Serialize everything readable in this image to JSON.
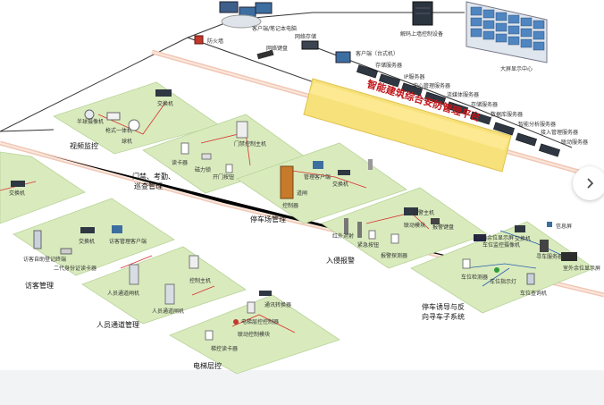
{
  "banner": {
    "title": "智能建筑综合安防管理平台"
  },
  "zones": {
    "video": "视频监控",
    "access": [
      "门禁、考勤、",
      "巡查管理"
    ],
    "parking": "停车场管理",
    "visitor": "访客管理",
    "intrusion": "入侵报警",
    "channel": "人员通道管理",
    "elevator": "电梯层控",
    "guidance": [
      "停车诱导与反",
      "向寻车子系统"
    ]
  },
  "labels": {
    "client_pc": "客户端/笔记本电脑",
    "firewall": "防火墙",
    "net_keyboard": "网络键盘",
    "net_storage": "网络存储",
    "client_desktop": "客户端（台式机）",
    "decoder": "解码上墙控制设备",
    "video_wall": "大屏显示中心",
    "srv_storage": "存储服务器",
    "srv_ip": "IP服务器",
    "srv_center": "中心管理服务器",
    "srv_stream": "流媒体服务器",
    "srv_storage2": "存储服务器",
    "srv_db": "数据库服务器",
    "srv_analysis": "智能分析服务器",
    "srv_access": "接入管理服务器",
    "srv_alarm": "联动服务器",
    "v_switch": "交换机",
    "v_hemi": "半球摄像机",
    "v_box": "枪式一体机",
    "v_dome": "球机",
    "a_controller": "门禁控制主机",
    "a_reader": "读卡器",
    "a_lock": "磁力锁",
    "a_exit": "开门按钮",
    "p_gate": "道闸",
    "p_client": "管理客户端",
    "p_switch": "交换机",
    "p_ctrl": "控制器",
    "vis_switch": "交换机",
    "vis_kiosk": "访客自助登记终端",
    "vis_mgr": "访客管理客户端",
    "vis_reader": "二代身份证读卡器",
    "vis_sw0": "交换机",
    "i_host": "报警主机",
    "i_pir": "红外对射",
    "i_glass": "紧急按钮",
    "i_probe": "报警探测器",
    "i_kbd": "报警键盘",
    "i_link": "联动模块",
    "c_gate1": "人员通道闸机",
    "c_gate2": "人员通道闸机",
    "c_ctrl": "控制主机",
    "e_module": "通讯转换器",
    "e_ctrl": "电梯层控控制器",
    "e_reader": "梯控读卡器",
    "e_board": "联动控制模块",
    "g_display": "室内余位显示屏",
    "g_detect": "车位检测器",
    "g_guide": "车位指示灯",
    "g_query": "车位查询机",
    "g_switch": "交换机",
    "g_server": "寻车服务器",
    "g_cam": "车位监控摄像机",
    "g_screen": "室外余位显示屏",
    "g_led": "信息屏"
  },
  "nav": {
    "next_icon": "chevron-right-icon"
  }
}
